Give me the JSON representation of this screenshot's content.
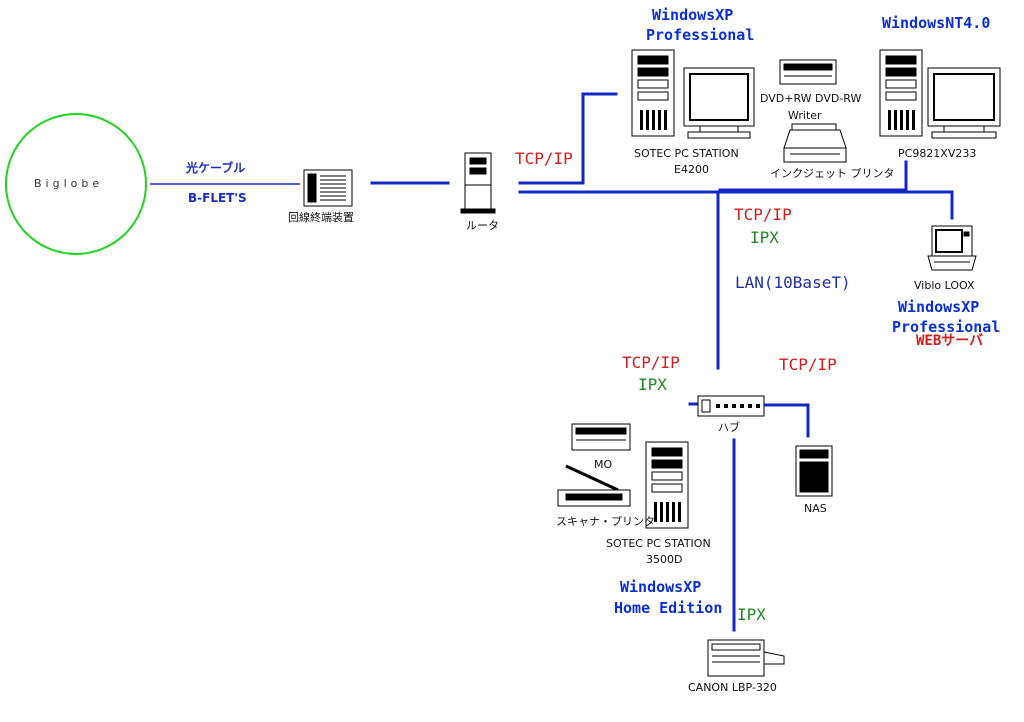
{
  "cloud": {
    "label": "Biglobe"
  },
  "cable": {
    "line1": "光ケーブル",
    "line2": "B-FLET'S"
  },
  "devices": {
    "onu": "回線終端装置",
    "router": "ルータ",
    "pc_xp_top": {
      "line1": "SOTEC PC STATION",
      "line2": "E4200"
    },
    "dvd": {
      "line1": "DVD+RW DVD-RW",
      "line2": "Writer"
    },
    "inkjet": "インクジェット プリンタ",
    "pc_nt": "PC9821XV233",
    "laptop": "Viblo LOOX",
    "web_server": "WEBサーバ",
    "hub": "ハブ",
    "mo": "MO",
    "scanner": "スキャナ・プリンタ",
    "pc_home": {
      "line1": "SOTEC PC STATION",
      "line2": "3500D"
    },
    "nas": "NAS",
    "printer": "CANON LBP-320"
  },
  "os": {
    "xp_pro_top": {
      "line1": "WindowsXP",
      "line2": "Professional"
    },
    "nt4": "WindowsNT4.0",
    "xp_pro_laptop": {
      "line1": "WindowsXP",
      "line2": "Professional"
    },
    "xp_home": {
      "line1": "WindowsXP",
      "line2": "Home Edition"
    }
  },
  "protocols": {
    "router_tcp": "TCP/IP",
    "lan_tcp": "TCP/IP",
    "lan_ipx": "IPX",
    "lan_name": "LAN(10BaseT)",
    "hub_left_tcp": "TCP/IP",
    "hub_left_ipx": "IPX",
    "hub_right_tcp": "TCP/IP",
    "printer_ipx": "IPX"
  },
  "colors": {
    "wire": "#1227c4",
    "cable_thin": "#1a2fb8",
    "cloud_outline": "#22d322",
    "os_label": "#0a2fd6",
    "tcp_label": "#d41c1c",
    "ipx_label": "#1f8a1f",
    "web_label": "#d41c1c"
  }
}
